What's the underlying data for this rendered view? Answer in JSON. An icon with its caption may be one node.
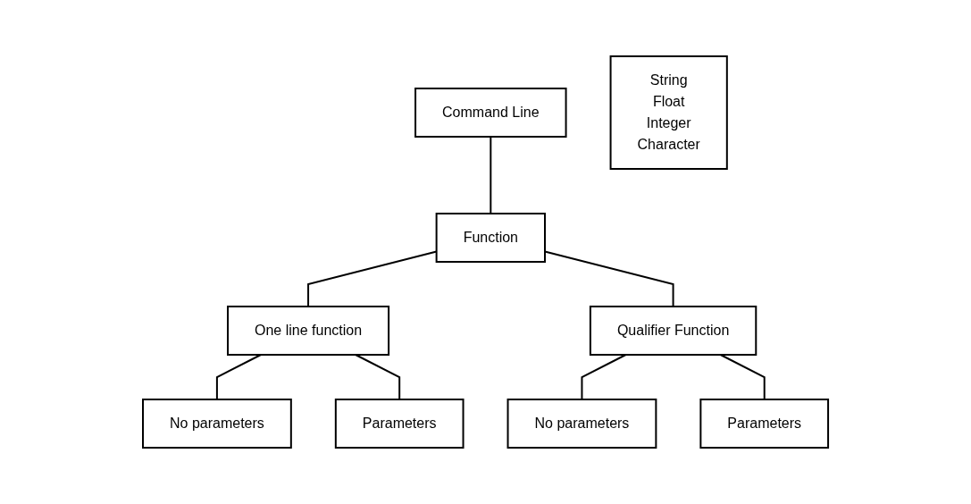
{
  "diagram": {
    "nodes": [
      {
        "text": [
          "Command Line"
        ]
      },
      {
        "text": [
          "Function"
        ]
      },
      {
        "text": [
          "One line function"
        ]
      },
      {
        "text": [
          "Qualifier Function"
        ]
      },
      {
        "text": [
          "No parameters"
        ]
      },
      {
        "text": [
          "Parameters"
        ]
      },
      {
        "text": [
          "No parameters"
        ]
      },
      {
        "text": [
          "Parameters"
        ]
      },
      {
        "text": [
          "String",
          "Float",
          "Integer",
          "Character"
        ]
      }
    ],
    "edges": [
      {
        "from": 0,
        "to": 1,
        "arrow": "none"
      },
      {
        "from": 1,
        "to": 2,
        "arrow": "none"
      },
      {
        "from": 1,
        "to": 3,
        "arrow": "none"
      },
      {
        "from": 2,
        "to": 4,
        "arrow": "none"
      },
      {
        "from": 2,
        "to": 5,
        "arrow": "none"
      },
      {
        "from": 3,
        "to": 6,
        "arrow": "none"
      },
      {
        "from": 3,
        "to": 7,
        "arrow": "none"
      }
    ]
  }
}
